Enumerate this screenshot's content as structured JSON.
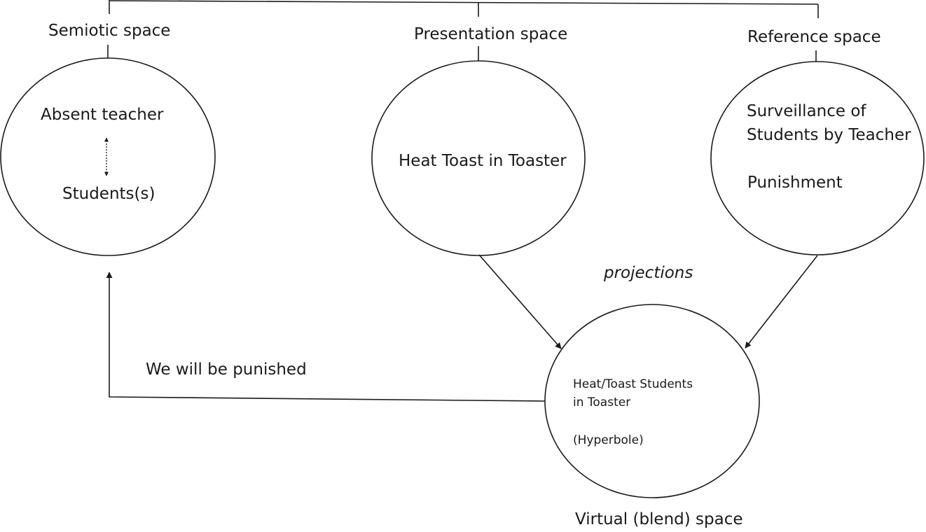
{
  "spaces": {
    "semiotic": {
      "title": "Semiotic space",
      "line1": "Absent teacher",
      "line2": "Students(s)"
    },
    "presentation": {
      "title": "Presentation space",
      "line1": "Heat Toast in Toaster"
    },
    "reference": {
      "title": "Reference space",
      "line1": "Surveillance of",
      "line2": "Students by Teacher",
      "line3": "Punishment"
    },
    "virtual": {
      "title": "Virtual (blend) space",
      "line1": "Heat/Toast Students",
      "line2": "in Toaster",
      "line3": "(Hyperbole)"
    }
  },
  "labels": {
    "projections": "projections",
    "feedback": "We will be punished"
  }
}
